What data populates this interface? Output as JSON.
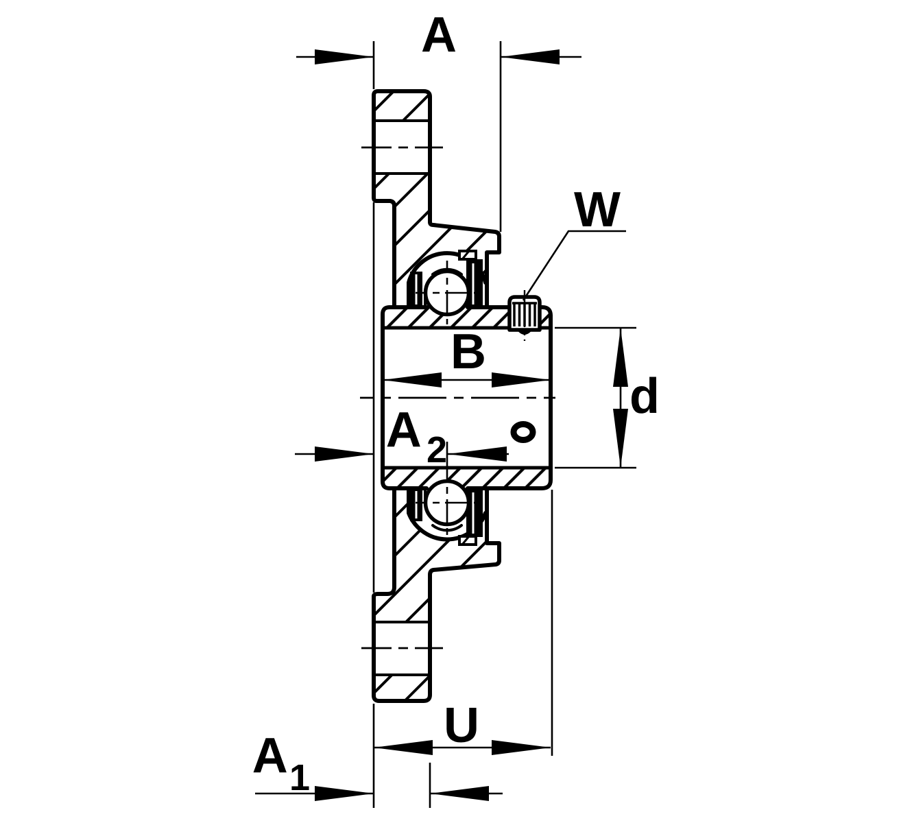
{
  "drawing": {
    "title": "Flanged bearing housing unit sectional drawing",
    "line_color": "#000000",
    "background": "#ffffff"
  },
  "dimensions": {
    "overall_width": {
      "text": "A"
    },
    "flange_thickness": {
      "text": "A",
      "subscript": "1"
    },
    "bearing_center_offset": {
      "text": "A",
      "subscript": "2"
    },
    "inner_ring_width": {
      "text": "B"
    },
    "bore_diameter": {
      "text": "d"
    },
    "total_width": {
      "text": "U"
    },
    "setscrew": {
      "text": "W"
    }
  }
}
